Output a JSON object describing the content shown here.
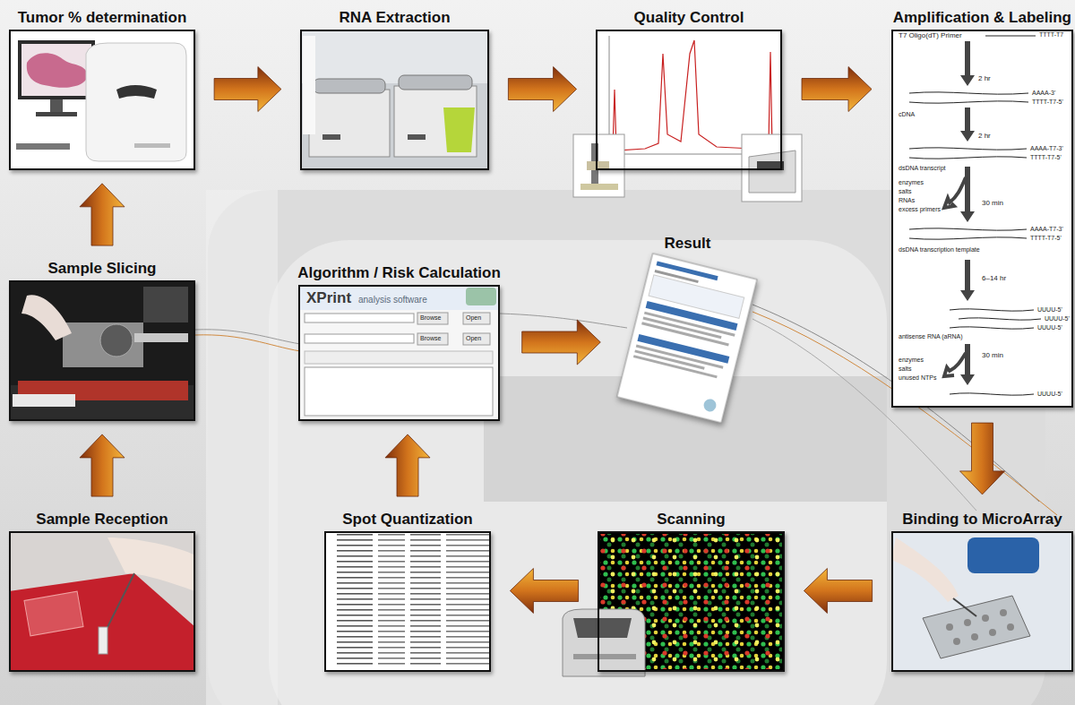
{
  "diagram": {
    "nodes": [
      {
        "text": [
          "Tumor % determination"
        ]
      },
      {
        "text": [
          "RNA Extraction"
        ]
      },
      {
        "text": [
          "Quality Control"
        ]
      },
      {
        "text": [
          "Amplification & Labeling"
        ]
      },
      {
        "text": [
          "Sample Slicing"
        ]
      },
      {
        "text": [
          "Algorithm / Risk Calculation"
        ]
      },
      {
        "text": [
          "Result"
        ]
      },
      {
        "text": [
          "Sample Reception"
        ]
      },
      {
        "text": [
          "Spot Quantization"
        ]
      },
      {
        "text": [
          "Scanning"
        ]
      },
      {
        "text": [
          "Binding to MicroArray"
        ]
      }
    ],
    "edges": [
      {
        "from": 7,
        "to": 4,
        "arrow": "to"
      },
      {
        "from": 4,
        "to": 0,
        "arrow": "to"
      },
      {
        "from": 0,
        "to": 1,
        "arrow": "to"
      },
      {
        "from": 1,
        "to": 2,
        "arrow": "to"
      },
      {
        "from": 2,
        "to": 3,
        "arrow": "to"
      },
      {
        "from": 3,
        "to": 10,
        "arrow": "to"
      },
      {
        "from": 10,
        "to": 9,
        "arrow": "to"
      },
      {
        "from": 9,
        "to": 8,
        "arrow": "to"
      },
      {
        "from": 8,
        "to": 5,
        "arrow": "to"
      },
      {
        "from": 5,
        "to": 6,
        "arrow": "to"
      }
    ],
    "labels": [
      "T7 Oligo(dT) Primer",
      "TTTT-T7",
      "2 hr",
      "AAAA-3'",
      "TTTT-T7-5'",
      "cDNA",
      "2 hr",
      "AAAA-T7-3'",
      "TTTT-T7-5'",
      "dsDNA transcript",
      "enzymes",
      "salts",
      "RNAs",
      "excess primers",
      "30 min",
      "AAAA-T7-3'",
      "TTTT-T7-5'",
      "dsDNA transcription template",
      "6–14 hr",
      "UUUU-5'",
      "UUUU-5'",
      "UUUU-5'",
      "antisense RNA (aRNA)",
      "30 min",
      "enzymes",
      "salts",
      "unused NTPs",
      "UUUU-5'",
      "XPrint",
      "analysis software",
      "Browse",
      "Open",
      "Browse",
      "Open"
    ]
  }
}
